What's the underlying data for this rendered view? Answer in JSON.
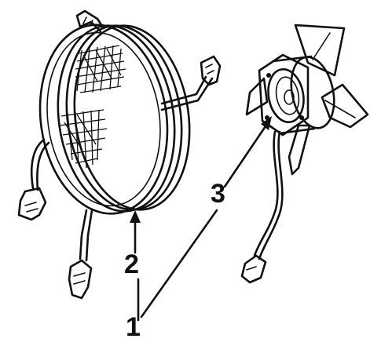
{
  "callouts": {
    "label_1": "1",
    "label_2": "2",
    "label_3": "3"
  },
  "colors": {
    "ink": "#111111",
    "background": "#ffffff"
  }
}
